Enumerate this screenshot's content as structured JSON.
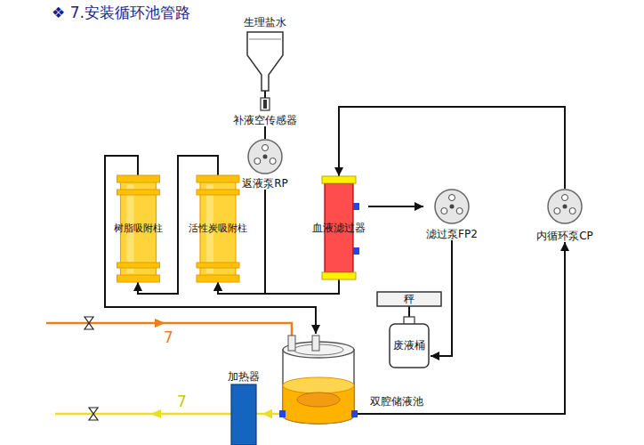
{
  "diagram": {
    "title": "❖ 7.安装循环池管路",
    "nodes": [
      {
        "text": [
          "生理盐水"
        ]
      },
      {
        "text": [
          "补液空传感器"
        ]
      },
      {
        "text": [
          "返液泵RP"
        ]
      },
      {
        "text": [
          "树脂吸附柱"
        ]
      },
      {
        "text": [
          "活性炭吸附柱"
        ]
      },
      {
        "text": [
          "血液滤过器"
        ]
      },
      {
        "text": [
          "滤过泵FP2"
        ]
      },
      {
        "text": [
          "内循环泵CP"
        ]
      },
      {
        "text": [
          "秤"
        ]
      },
      {
        "text": [
          "废液桶"
        ]
      },
      {
        "text": [
          "加热器"
        ]
      },
      {
        "text": [
          "双腔储液池"
        ]
      }
    ],
    "edges": [
      {
        "from": 0,
        "to": 1,
        "arrow": "none"
      },
      {
        "from": 1,
        "to": 2,
        "arrow": "none"
      },
      {
        "from": 2,
        "to": 4,
        "arrow": "to"
      },
      {
        "from": 5,
        "to": 4,
        "arrow": "to"
      },
      {
        "from": 4,
        "to": 3,
        "arrow": "to"
      },
      {
        "from": 3,
        "to": 11,
        "arrow": "to"
      },
      {
        "from": 5,
        "to": 6,
        "arrow": "to"
      },
      {
        "from": 6,
        "to": 9,
        "arrow": "to"
      },
      {
        "from": 11,
        "to": 7,
        "arrow": "to"
      },
      {
        "from": 7,
        "to": 5,
        "arrow": "to"
      },
      {
        "from": 8,
        "to": 9,
        "arrow": "none"
      },
      {
        "from": 11,
        "to": 10,
        "arrow": "to"
      }
    ],
    "labels": [
      "7",
      "7"
    ]
  }
}
